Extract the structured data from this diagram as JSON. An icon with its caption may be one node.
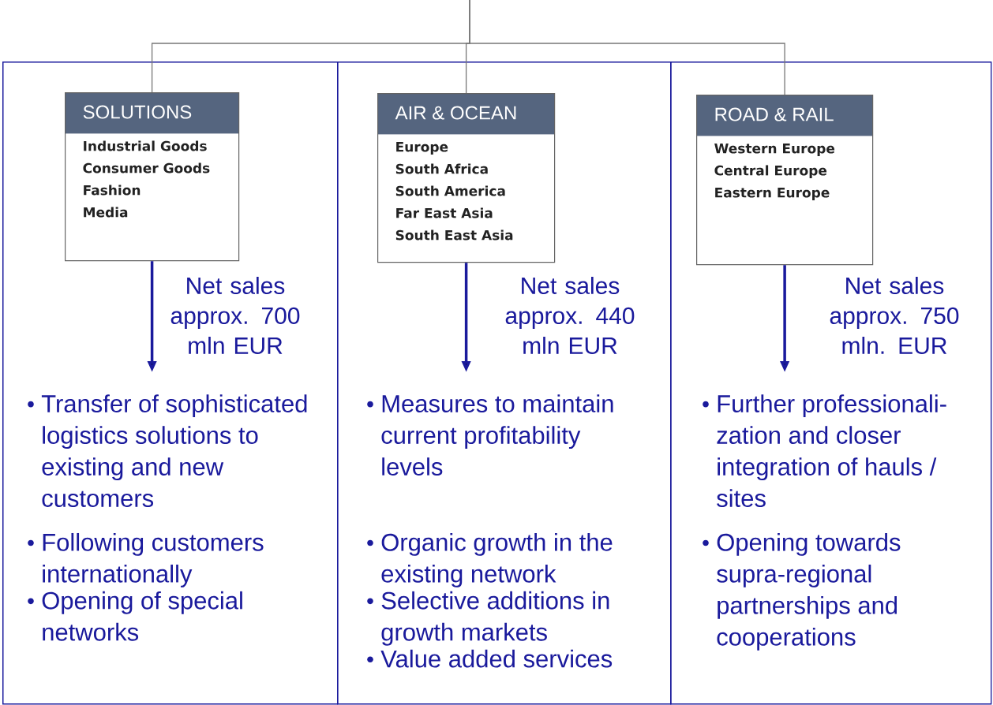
{
  "diagram": {
    "nodes": [
      {
        "text": [],
        "shape": "box"
      },
      {
        "text": [
          "SOLUTIONS",
          "Industrial Goods",
          "Consumer Goods",
          "Fashion",
          "Media"
        ],
        "in": 0
      },
      {
        "text": [
          "Transfer of sophisticated logistics solutions to existing and new customers",
          "Following customers internationally",
          "Opening of special networks"
        ],
        "in": 0
      },
      {
        "text": [],
        "shape": "box"
      },
      {
        "text": [
          "AIR & OCEAN",
          "Europe",
          "South Africa",
          "South America",
          "Far East Asia",
          "South East Asia"
        ],
        "in": 3
      },
      {
        "text": [
          "Measures to maintain current profitability levels",
          "Organic growth in the existing network",
          "Selective additions in growth markets",
          "Value added services"
        ],
        "in": 3
      },
      {
        "text": [],
        "shape": "box"
      },
      {
        "text": [
          "ROAD & RAIL",
          "Western Europe",
          "Central Europe",
          "Eastern Europe"
        ],
        "in": 6
      },
      {
        "text": [
          "Further professionali- zation and closer integration of hauls / sites",
          "Opening towards supra-regional partnerships and cooperations"
        ],
        "in": 6
      }
    ],
    "edges": [
      {
        "from": null,
        "to": 1,
        "arrow": "none",
        "color": "#777777"
      },
      {
        "from": null,
        "to": 4,
        "arrow": "none",
        "color": "#777777"
      },
      {
        "from": null,
        "to": 7,
        "arrow": "none",
        "color": "#777777"
      },
      {
        "from": 1,
        "to": 2,
        "arrow": "to",
        "style": "thick",
        "color": "#1a1a9c",
        "label": "Net sales approx. 700 mln EUR"
      },
      {
        "from": 4,
        "to": 5,
        "arrow": "to",
        "style": "thick",
        "color": "#1a1a9c",
        "label": "Net sales approx. 440 mln EUR"
      },
      {
        "from": 7,
        "to": 8,
        "arrow": "to",
        "style": "thick",
        "color": "#1a1a9c",
        "label": "Net sales approx. 750 mln. EUR"
      }
    ]
  }
}
